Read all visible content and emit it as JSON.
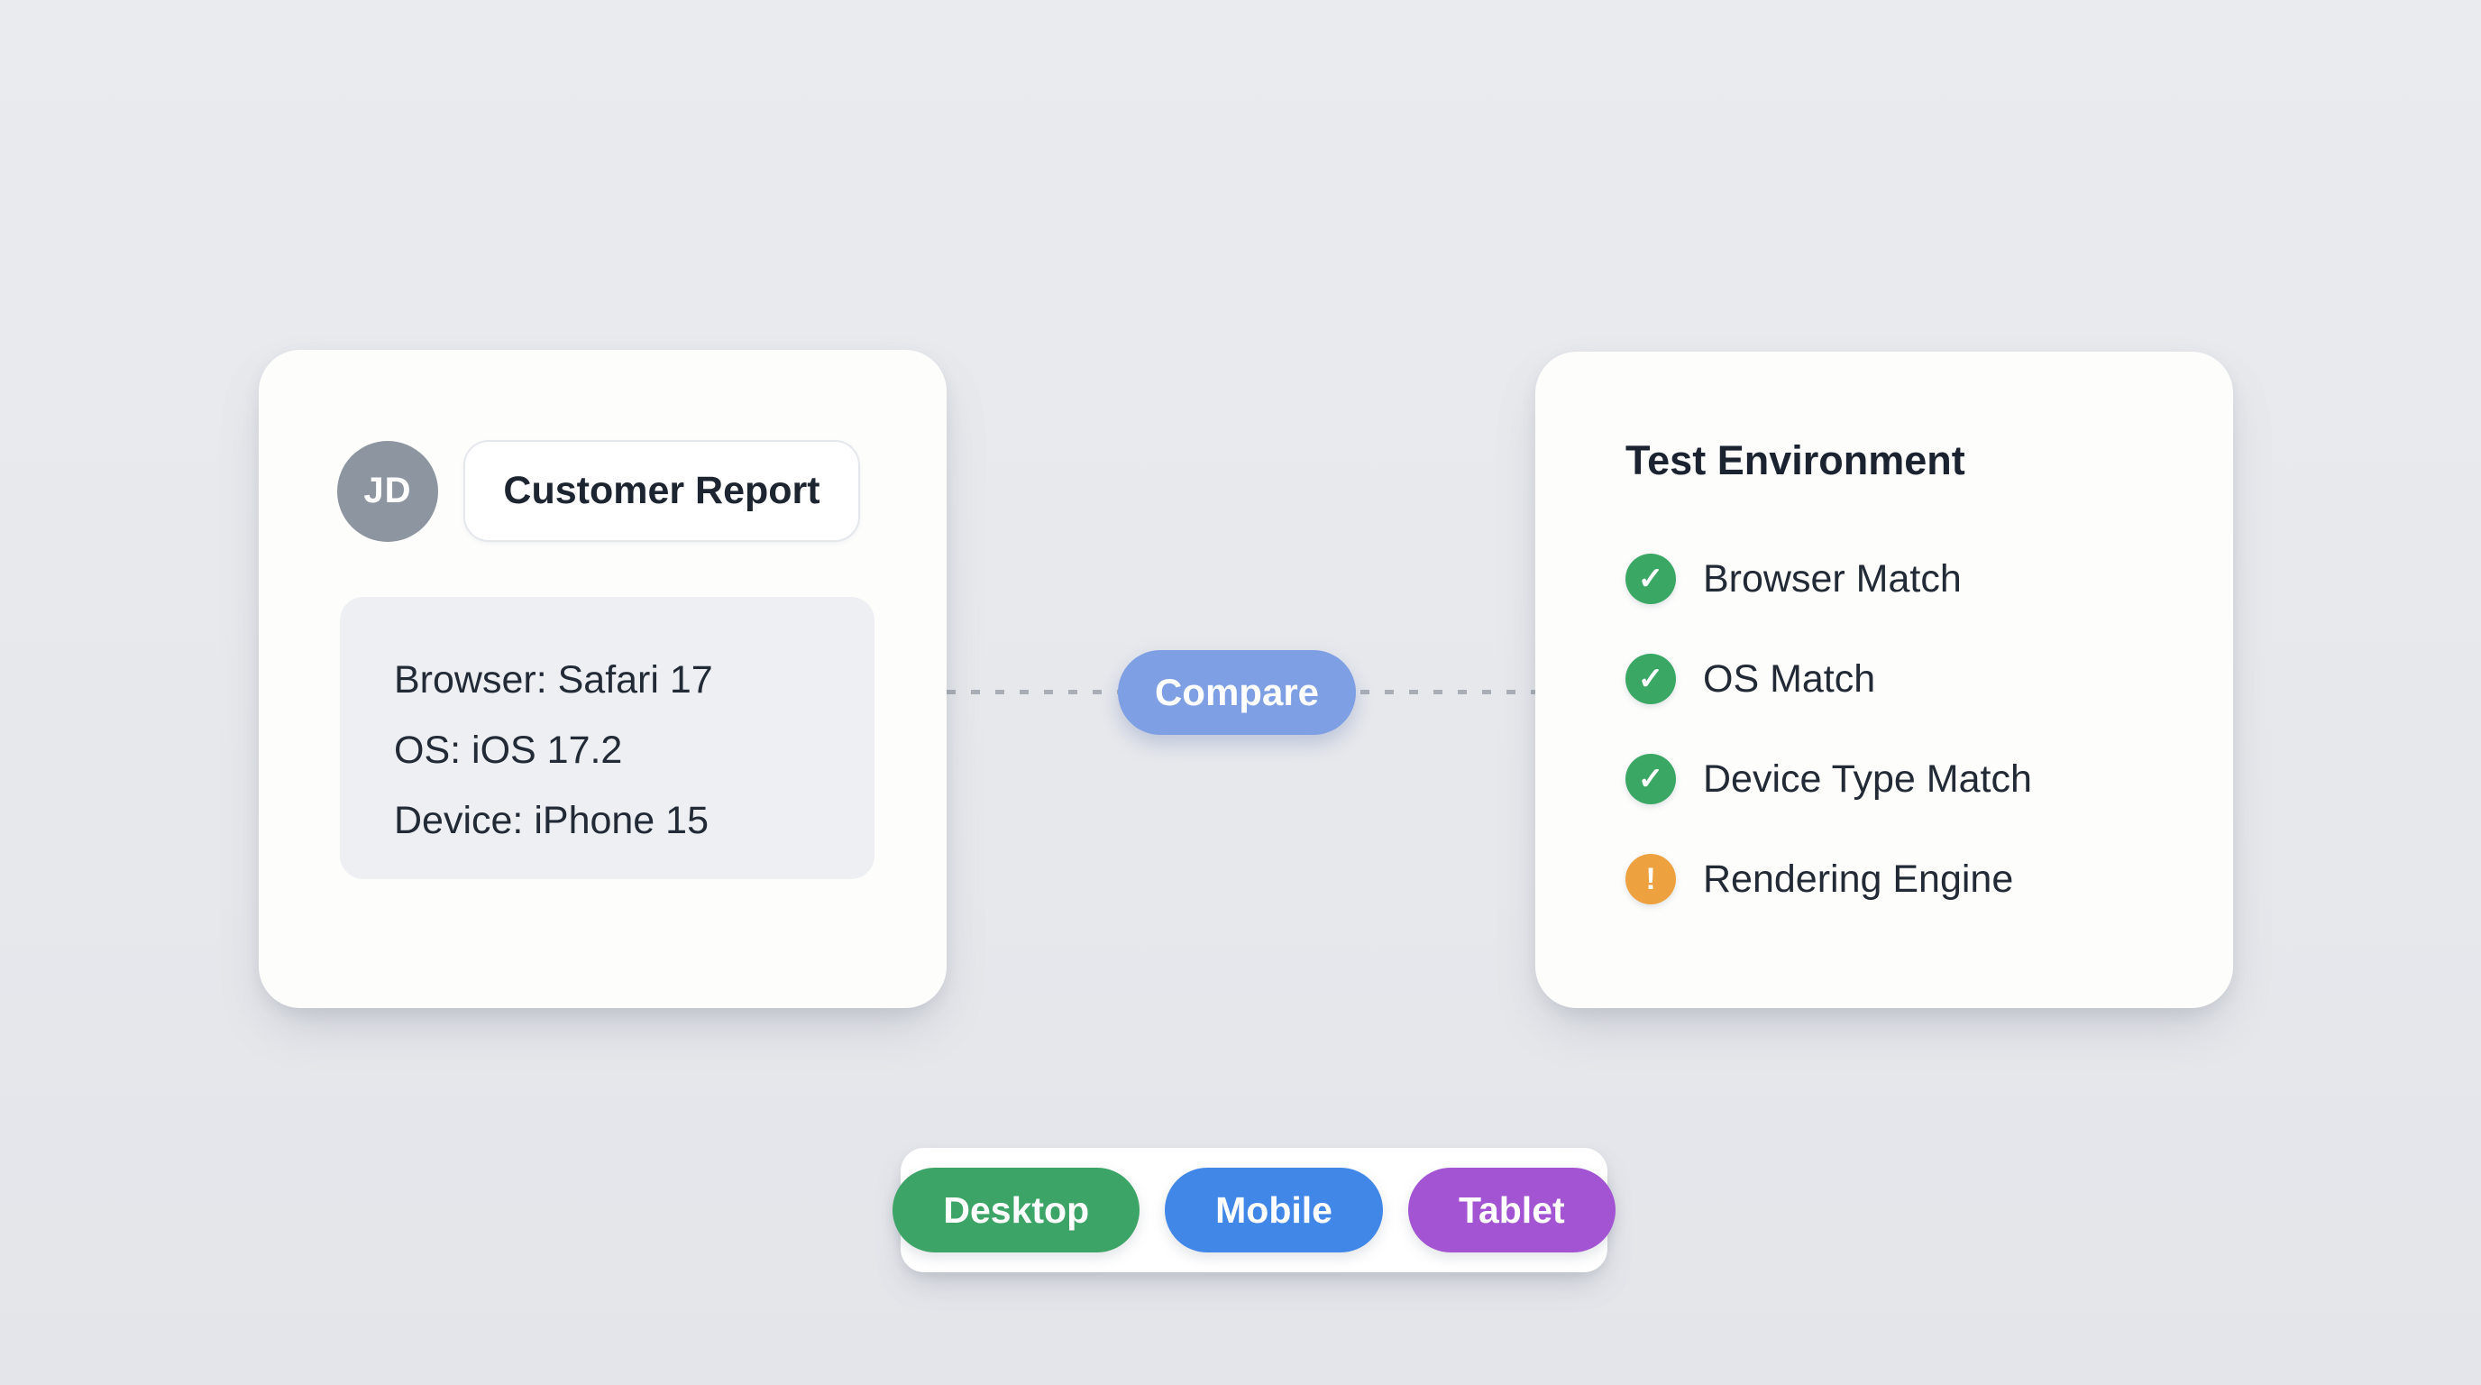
{
  "canvas": {
    "background_color": "#e7e9ed"
  },
  "customer_card": {
    "avatar_initials": "JD",
    "avatar_color": "#8d95a0",
    "title": "Customer Report",
    "details": [
      "Browser: Safari 17",
      "OS: iOS 17.2",
      "Device: iPhone 15"
    ]
  },
  "compare": {
    "label": "Compare",
    "color": "#7e9fe4"
  },
  "test_card": {
    "title": "Test Environment",
    "items": [
      {
        "label": "Browser Match",
        "status": "pass",
        "icon": "check-icon",
        "glyph": "✓",
        "color": "#3aa864"
      },
      {
        "label": "OS Match",
        "status": "pass",
        "icon": "check-icon",
        "glyph": "✓",
        "color": "#3aa864"
      },
      {
        "label": "Device Type Match",
        "status": "pass",
        "icon": "check-icon",
        "glyph": "✓",
        "color": "#3aa864"
      },
      {
        "label": "Rendering Engine",
        "status": "warning",
        "icon": "warning-icon",
        "glyph": "!",
        "color": "#eda23f"
      }
    ]
  },
  "device_toggle": {
    "options": [
      {
        "label": "Desktop",
        "color": "#3da467"
      },
      {
        "label": "Mobile",
        "color": "#4187e7"
      },
      {
        "label": "Tablet",
        "color": "#a254d2"
      }
    ]
  }
}
